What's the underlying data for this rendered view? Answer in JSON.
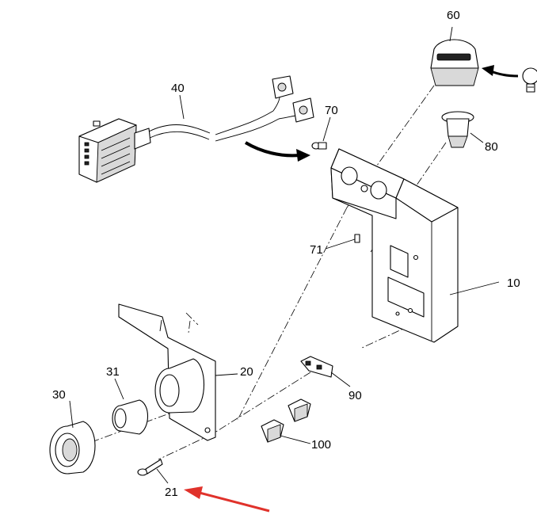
{
  "diagram": {
    "parts": [
      {
        "id": "p10",
        "label": "10"
      },
      {
        "id": "p20",
        "label": "20"
      },
      {
        "id": "p21",
        "label": "21"
      },
      {
        "id": "p30",
        "label": "30"
      },
      {
        "id": "p31",
        "label": "31"
      },
      {
        "id": "p40",
        "label": "40"
      },
      {
        "id": "p60",
        "label": "60"
      },
      {
        "id": "p70",
        "label": "70"
      },
      {
        "id": "p71",
        "label": "71"
      },
      {
        "id": "p80",
        "label": "80"
      },
      {
        "id": "p90",
        "label": "90"
      },
      {
        "id": "p100",
        "label": "100"
      }
    ],
    "highlight_arrow_color": "#e0322b"
  }
}
